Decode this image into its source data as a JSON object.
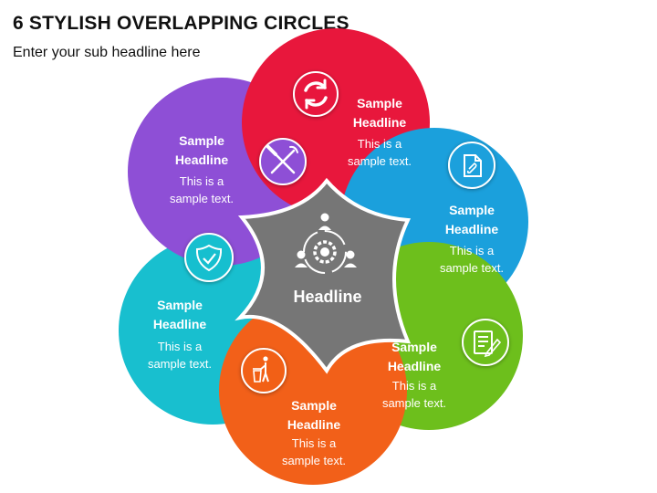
{
  "header": {
    "title": "6 STYLISH OVERLAPPING CIRCLES",
    "subtitle": "Enter your sub headline here"
  },
  "center": {
    "label": "Headline",
    "icon": "teamwork-gear-icon"
  },
  "segments": [
    {
      "id": "red",
      "color": "#e8173c",
      "title_line1": "Sample",
      "title_line2": "Headline",
      "body_line1": "This is a",
      "body_line2": "sample text.",
      "icon": "refresh-icon"
    },
    {
      "id": "blue",
      "color": "#1ba0dc",
      "title_line1": "Sample",
      "title_line2": "Headline",
      "body_line1": "This is a",
      "body_line2": "sample text.",
      "icon": "document-icon"
    },
    {
      "id": "green",
      "color": "#6dbf1c",
      "title_line1": "Sample",
      "title_line2": "Headline",
      "body_line1": "This is a",
      "body_line2": "sample text.",
      "icon": "checklist-icon"
    },
    {
      "id": "orange",
      "color": "#f26019",
      "title_line1": "Sample",
      "title_line2": "Headline",
      "body_line1": "This is a",
      "body_line2": "sample text.",
      "icon": "person-trash-icon"
    },
    {
      "id": "teal",
      "color": "#18bfcf",
      "title_line1": "Sample",
      "title_line2": "Headline",
      "body_line1": "This is a",
      "body_line2": "sample text.",
      "icon": "shield-check-icon"
    },
    {
      "id": "purple",
      "color": "#8e4fd6",
      "title_line1": "Sample",
      "title_line2": "Headline",
      "body_line1": "This is a",
      "body_line2": "sample text.",
      "icon": "tools-icon"
    }
  ]
}
